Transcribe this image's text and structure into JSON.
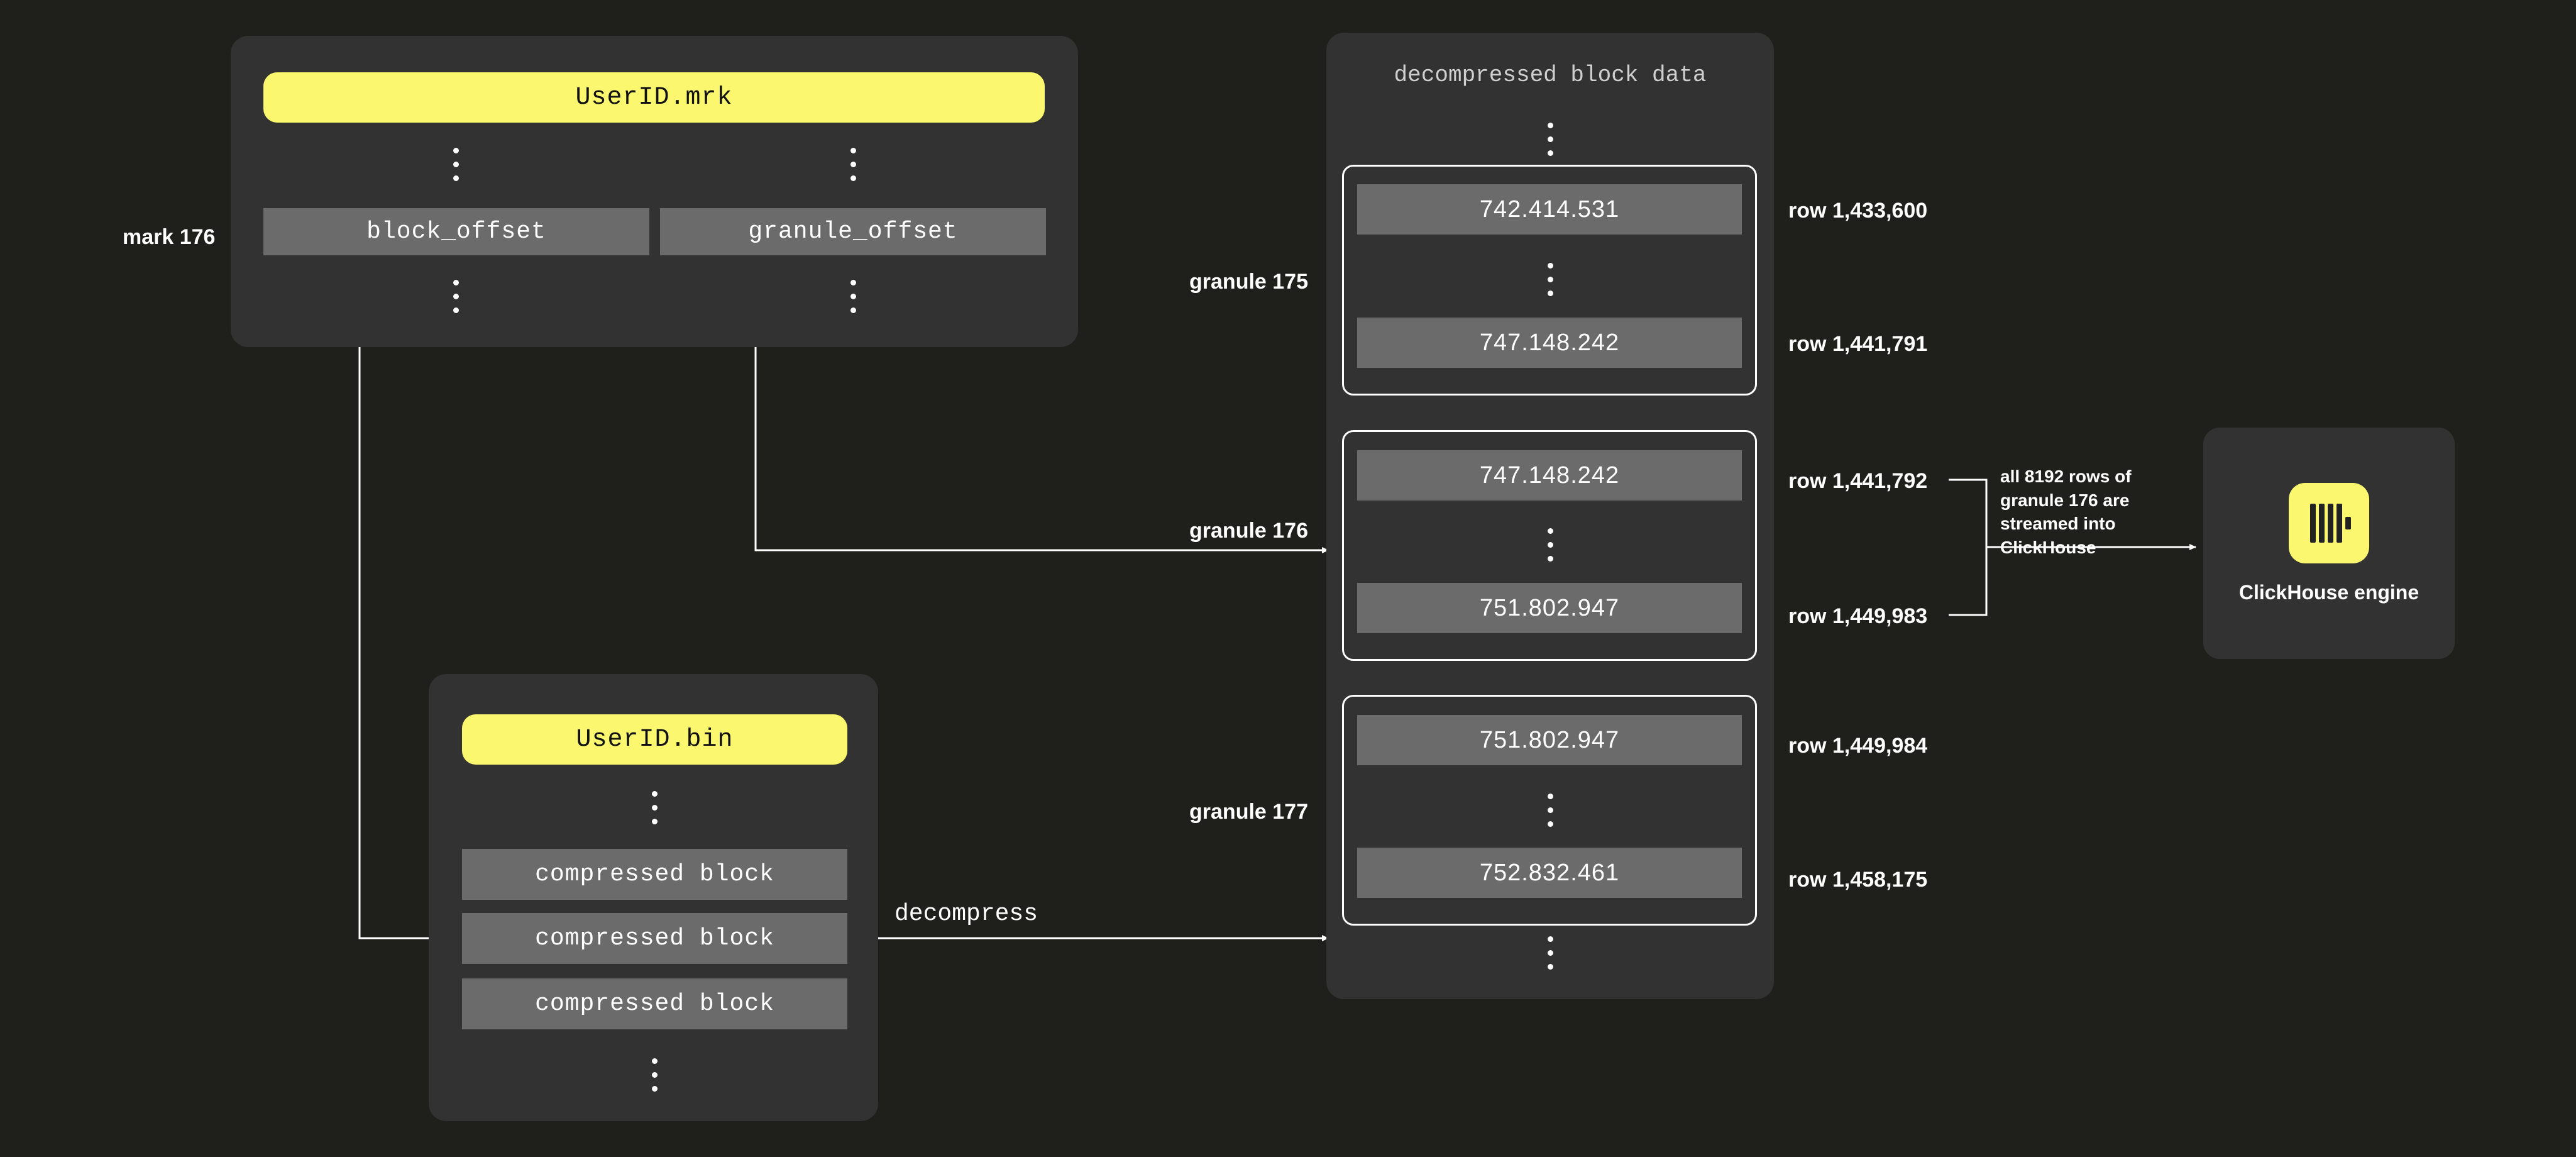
{
  "diagram": {
    "title": "ClickHouse granule / mark lookup",
    "background_color": "#1f201c",
    "panel_color": "#323232",
    "cell_color": "#6b6b6b",
    "accent_color": "#fbf86f",
    "stroke_color": "#ffffff"
  },
  "mark_file": {
    "mark_label": "mark 176",
    "file_name": "UserID.mrk",
    "columns": [
      {
        "name": "block_offset"
      },
      {
        "name": "granule_offset"
      }
    ]
  },
  "bin_file": {
    "file_name": "UserID.bin",
    "blocks": [
      {
        "label": "compressed block"
      },
      {
        "label": "compressed block"
      },
      {
        "label": "compressed block"
      }
    ]
  },
  "decompress_label": "decompress",
  "decompressed": {
    "title": "decompressed block data",
    "granules": [
      {
        "granule_label": "granule 175",
        "first_value": "742.414.531",
        "last_value": "747.148.242",
        "first_row": "row 1,433,600",
        "last_row": "row 1,441,791"
      },
      {
        "granule_label": "granule 176",
        "first_value": "747.148.242",
        "last_value": "751.802.947",
        "first_row": "row 1,441,792",
        "last_row": "row 1,449,983"
      },
      {
        "granule_label": "granule 177",
        "first_value": "751.802.947",
        "last_value": "752.832.461",
        "first_row": "row 1,449,984",
        "last_row": "row 1,458,175"
      }
    ]
  },
  "stream_note": "all 8192 rows of granule 176 are streamed into ClickHouse",
  "engine": {
    "name": "ClickHouse engine",
    "logo_name": "clickhouse-logo-icon"
  }
}
